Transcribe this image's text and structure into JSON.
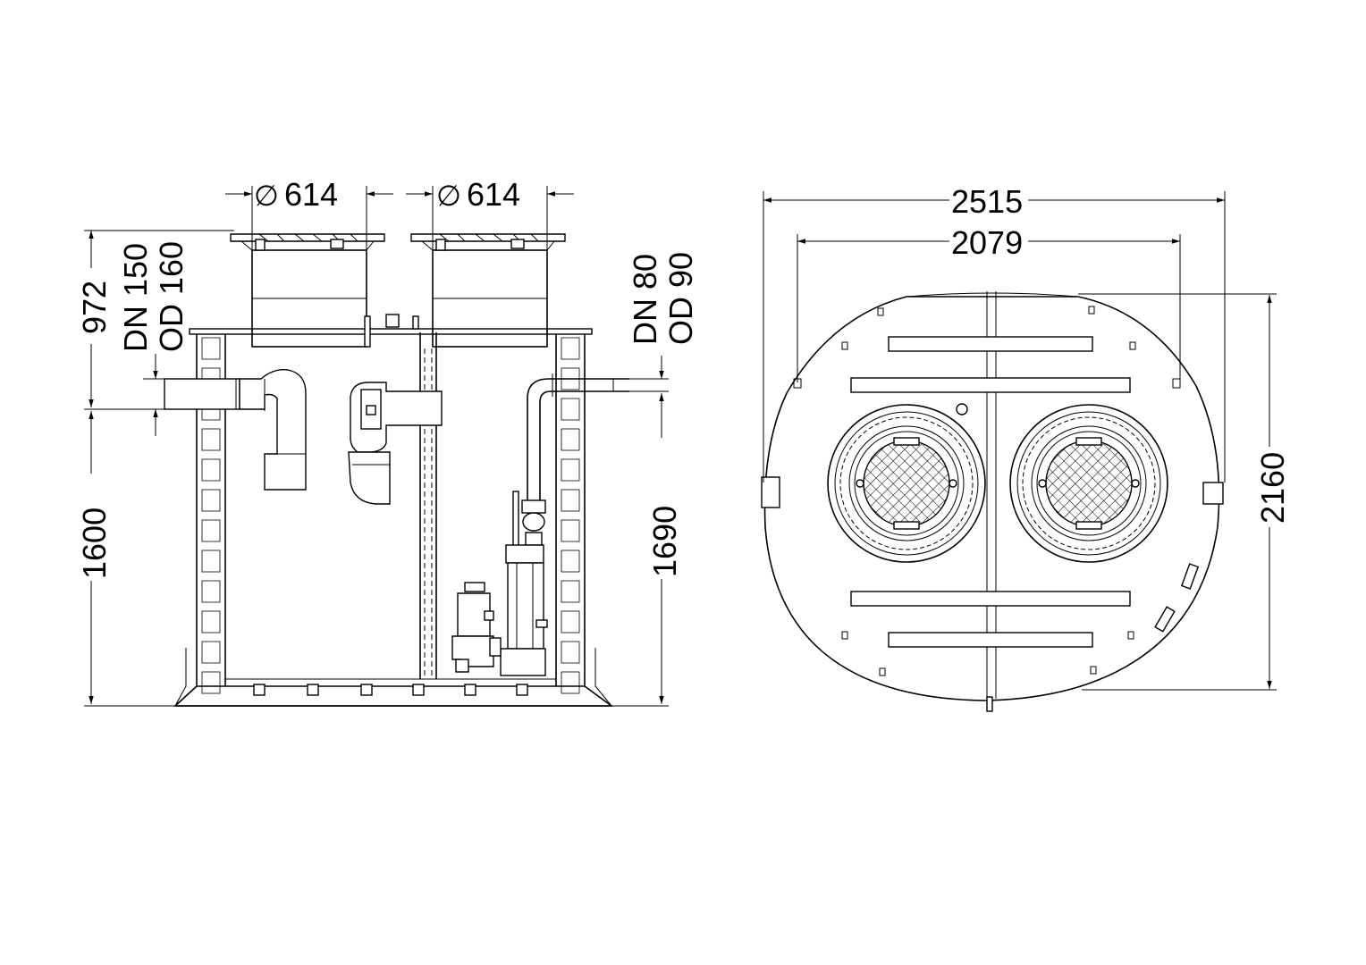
{
  "side_view": {
    "shaft_diameter_left": "614",
    "shaft_diameter_right": "614",
    "diameter_symbol": "∅",
    "top_height": "972",
    "bottom_height_left": "1600",
    "bottom_height_right": "1690",
    "inlet_dn": "DN 150",
    "inlet_od": "OD 160",
    "outlet_dn": "DN 80",
    "outlet_od": "OD 90"
  },
  "top_view": {
    "outer_width": "2515",
    "inner_width": "2079",
    "depth": "2160"
  }
}
